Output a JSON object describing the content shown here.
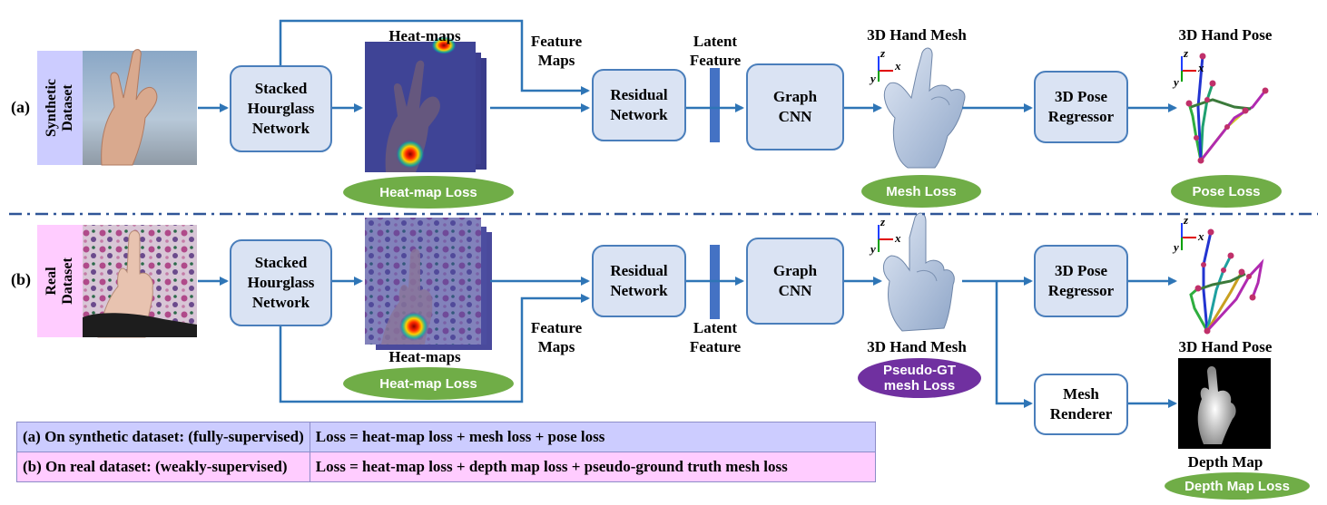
{
  "row_labels": {
    "a": "(a)",
    "b": "(b)"
  },
  "side_labels": {
    "synthetic": "Synthetic\nDataset",
    "real": "Real  Dataset"
  },
  "boxes": {
    "hourglass_a": "Stacked\nHourglass\nNetwork",
    "hourglass_b": "Stacked\nHourglass\nNetwork",
    "resnet_a": "Residual\nNetwork",
    "resnet_b": "Residual\nNetwork",
    "gcnn_a": "Graph\nCNN",
    "gcnn_b": "Graph\nCNN",
    "regressor_a": "3D Pose\nRegressor",
    "regressor_b": "3D Pose\nRegressor",
    "renderer": "Mesh\nRenderer"
  },
  "labels": {
    "heatmaps_a": "Heat-maps",
    "heatmaps_b": "Heat-maps",
    "feature_maps_a": "Feature\nMaps",
    "feature_maps_b": "Feature\nMaps",
    "latent_a": "Latent\nFeature",
    "latent_b": "Latent\nFeature",
    "mesh_a": "3D Hand Mesh",
    "mesh_b": "3D Hand Mesh",
    "pose_a": "3D Hand Pose",
    "pose_b": "3D Hand Pose",
    "depth_map": "Depth Map"
  },
  "losses": {
    "heatmap_a": "Heat-map Loss",
    "heatmap_b": "Heat-map Loss",
    "mesh_a": "Mesh Loss",
    "pose_a": "Pose Loss",
    "pseudo_gt": "Pseudo-GT\nmesh Loss",
    "depth": "Depth Map Loss"
  },
  "axes": {
    "x": "x",
    "y": "y",
    "z": "z"
  },
  "legend": [
    {
      "setting": "(a) On synthetic dataset: (fully-supervised)",
      "loss": "Loss = heat-map loss + mesh loss + pose loss"
    },
    {
      "setting": "(b) On real dataset: (weakly-supervised)",
      "loss": "Loss = heat-map loss + depth map loss + pseudo-ground truth mesh loss"
    }
  ],
  "colors": {
    "arrow": "#2e75b6",
    "box_fill": "#dae3f3",
    "box_border": "#4a7ebb",
    "loss_green": "#70ad47",
    "loss_purple": "#7030a0",
    "synthetic_bg": "#ccccff",
    "real_bg": "#ffccff",
    "divider": "#2f5597"
  }
}
